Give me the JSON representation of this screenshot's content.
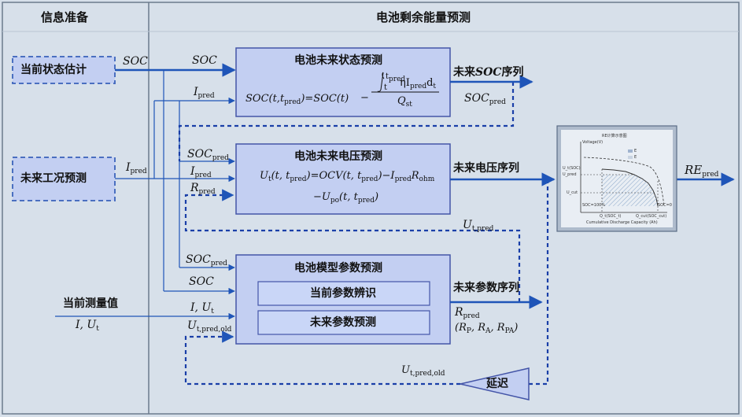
{
  "headers": {
    "left": "信息准备",
    "right": "电池剩余能量预测"
  },
  "inputs": {
    "soc_estimation": "当前状态估计",
    "workload_prediction": "未来工况预测",
    "measured_value": "当前测量值",
    "measured_vars": "I, U",
    "measured_vars_sub": "t"
  },
  "signals": {
    "soc": "SOC",
    "i": "I",
    "pred_sub": "pred",
    "r": "R",
    "soc_pred": "SOC",
    "i_ut": "I, U",
    "t_sub": "t",
    "u": "U",
    "u_pred_old_sub": "t,pred,old",
    "u_tpred_sub": "t,pred"
  },
  "boxes": {
    "soc_future": {
      "title": "电池未来状态预测",
      "eq_lhs": "SOC(t,t",
      "eq_lhs_sub": "pred",
      "eq_mid": ")=SOC(t)",
      "eq_minus": "−",
      "int_upper": "t",
      "int_upper_sub": "pred",
      "int_lower": "t",
      "int_body": "ηI",
      "int_body_sub": "pred",
      "int_dt": "d",
      "int_dt_sub": "t",
      "denominator": "Q",
      "denominator_sub": "st"
    },
    "voltage_future": {
      "title": "电池未来电压预测",
      "line1_a": "U",
      "line1_a_sub": "t",
      "line1_b": "(t, t",
      "line1_b_sub": "pred",
      "line1_c": ")=OCV(t, t",
      "line1_d": ")−I",
      "line1_e": "R",
      "line1_e_sub": "ohm",
      "line2_a": "−U",
      "line2_a_sub": "po",
      "line2_b": "(t, t",
      "line2_c": ")"
    },
    "param_future": {
      "title": "电池模型参数预测",
      "current_id": "当前参数辨识",
      "future_pred": "未来参数预测"
    }
  },
  "outputs": {
    "soc_sequence_pre": "未来",
    "soc_sequence_it": "SOC",
    "soc_sequence_post": "序列",
    "voltage_sequence": "未来电压序列",
    "param_sequence": "未来参数序列",
    "r_pred": "R",
    "r_components": "(R",
    "r_p_sub": "P",
    "r_a_sub": "A",
    "r_pa_sub": "PA",
    "re_pred": "RE",
    "re_pred_sub": "pred"
  },
  "delay": "延迟",
  "thumbnail": {
    "title": "RE计算示意图",
    "ylabel": "Voltage(V)",
    "xlabel": "Cumulative Discharge Capacity (Ah)",
    "legend_1": "E",
    "legend_2": "E",
    "tick_u1": "U_t(SOC)",
    "tick_u2": "U_pred",
    "tick_ucut": "U_cut",
    "tick_soc": "SOC=100%",
    "tick_soc0": "SOC=0",
    "tick_q": "Q_t(SOC_t)",
    "tick_q2": "Q_cut(SOC_cut)"
  },
  "colors": {
    "background": "#d7e0ea",
    "box_fill": "#c3cff2",
    "box_stroke": "#4455a8",
    "arrow": "#1f55b8",
    "dash": "#1a3fa8"
  }
}
